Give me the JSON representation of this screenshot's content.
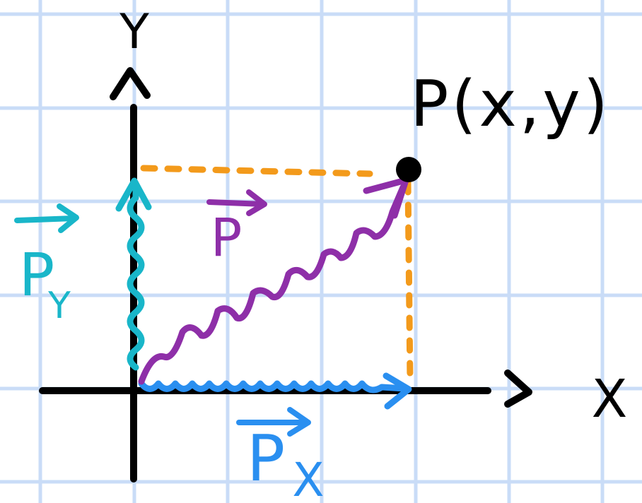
{
  "labels": {
    "y_axis": "Y",
    "x_axis": "X",
    "point": "P(x,y)",
    "vector_p": "P",
    "vector_py_base": "P",
    "vector_py_sub": "Y",
    "vector_px_base": "P",
    "vector_px_sub": "X"
  },
  "colors": {
    "background": "#ffffff",
    "grid": "#c9dcf7",
    "axes": "#000000",
    "projection": "#f39a1b",
    "vector_p": "#8e2fa8",
    "vector_py": "#19b6c9",
    "vector_px": "#2a8ff0",
    "point": "#000000"
  }
}
